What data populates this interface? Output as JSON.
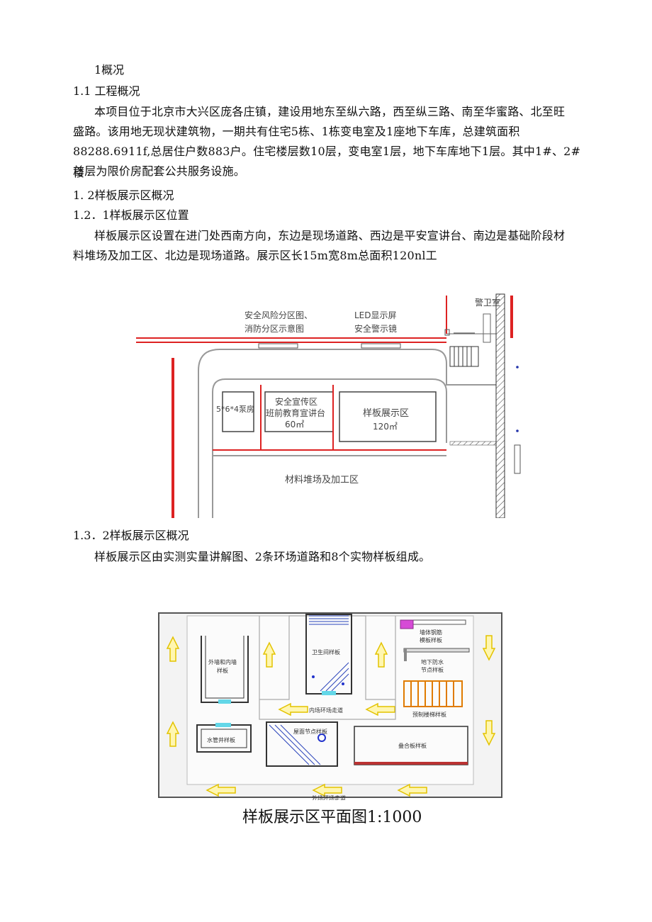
{
  "headings": {
    "h1": "1概况",
    "h1_1": "1.1  工程概况",
    "h1_2": "1.  2样板展示区概况",
    "h1_2_1": "1.2．1样板展示区位置",
    "h1_3_2": "1.3．2样板展示区概况"
  },
  "paragraphs": {
    "overview_l1": "本项目位于北京市大兴区庞各庄镇，建设用地东至纵六路，西至纵三路、南至华蜜路、北至旺",
    "overview_l2": "盛路。该用地无现状建筑物，一期共有住宅5栋、1栋变电室及1座地下车库，总建筑面积",
    "overview_l3": "88288.6911f,总居住户数883户。住宅楼层数10层，变电室1层，地下车库地下1层。其中1#、2#楼",
    "overview_l4": "首层为限价房配套公共服务设施。",
    "location_l1": "样板展示区设置在进门处西南方向，东边是现场道路、西边是平安宣讲台、南边是基础阶段材",
    "location_l2": "料堆场及加工区、北边是现场道路。展示区长15m宽8m总面积120nl工",
    "summary": "样板展示区由实测实量讲解图、2条环场道路和8个实物样板组成。"
  },
  "site_plan": {
    "guard": "警卫室",
    "sign1_l1": "安全风险分区图、",
    "sign1_l2": "消防分区示意图",
    "sign2_l1": "LED显示屏",
    "sign2_l2": "安全警示镜",
    "pump_room": "5*6*4泵房",
    "edu_l1": "安全宣传区",
    "edu_l2": "班前教育宣讲台",
    "edu_l3": "60㎡",
    "sample_l1": "样板展示区",
    "sample_l2": "120㎡",
    "material": "材料堆场及加工区"
  },
  "layout_plan": {
    "wall_l1": "外墙和内墙",
    "wall_l2": "样板",
    "bathroom": "卫生间样板",
    "rebar_l1": "墙体钢筋",
    "rebar_l2": "模板样板",
    "waterproof_l1": "地下防水",
    "waterproof_l2": "节点样板",
    "stair": "预制楼梯样板",
    "inner_road": "内场环场走道",
    "pipe_well": "水管井样板",
    "roof": "屋面节点样板",
    "slab": "叠合板样板",
    "outer_road": "外场环场走道"
  },
  "caption": "样板展示区平面图1:1000"
}
